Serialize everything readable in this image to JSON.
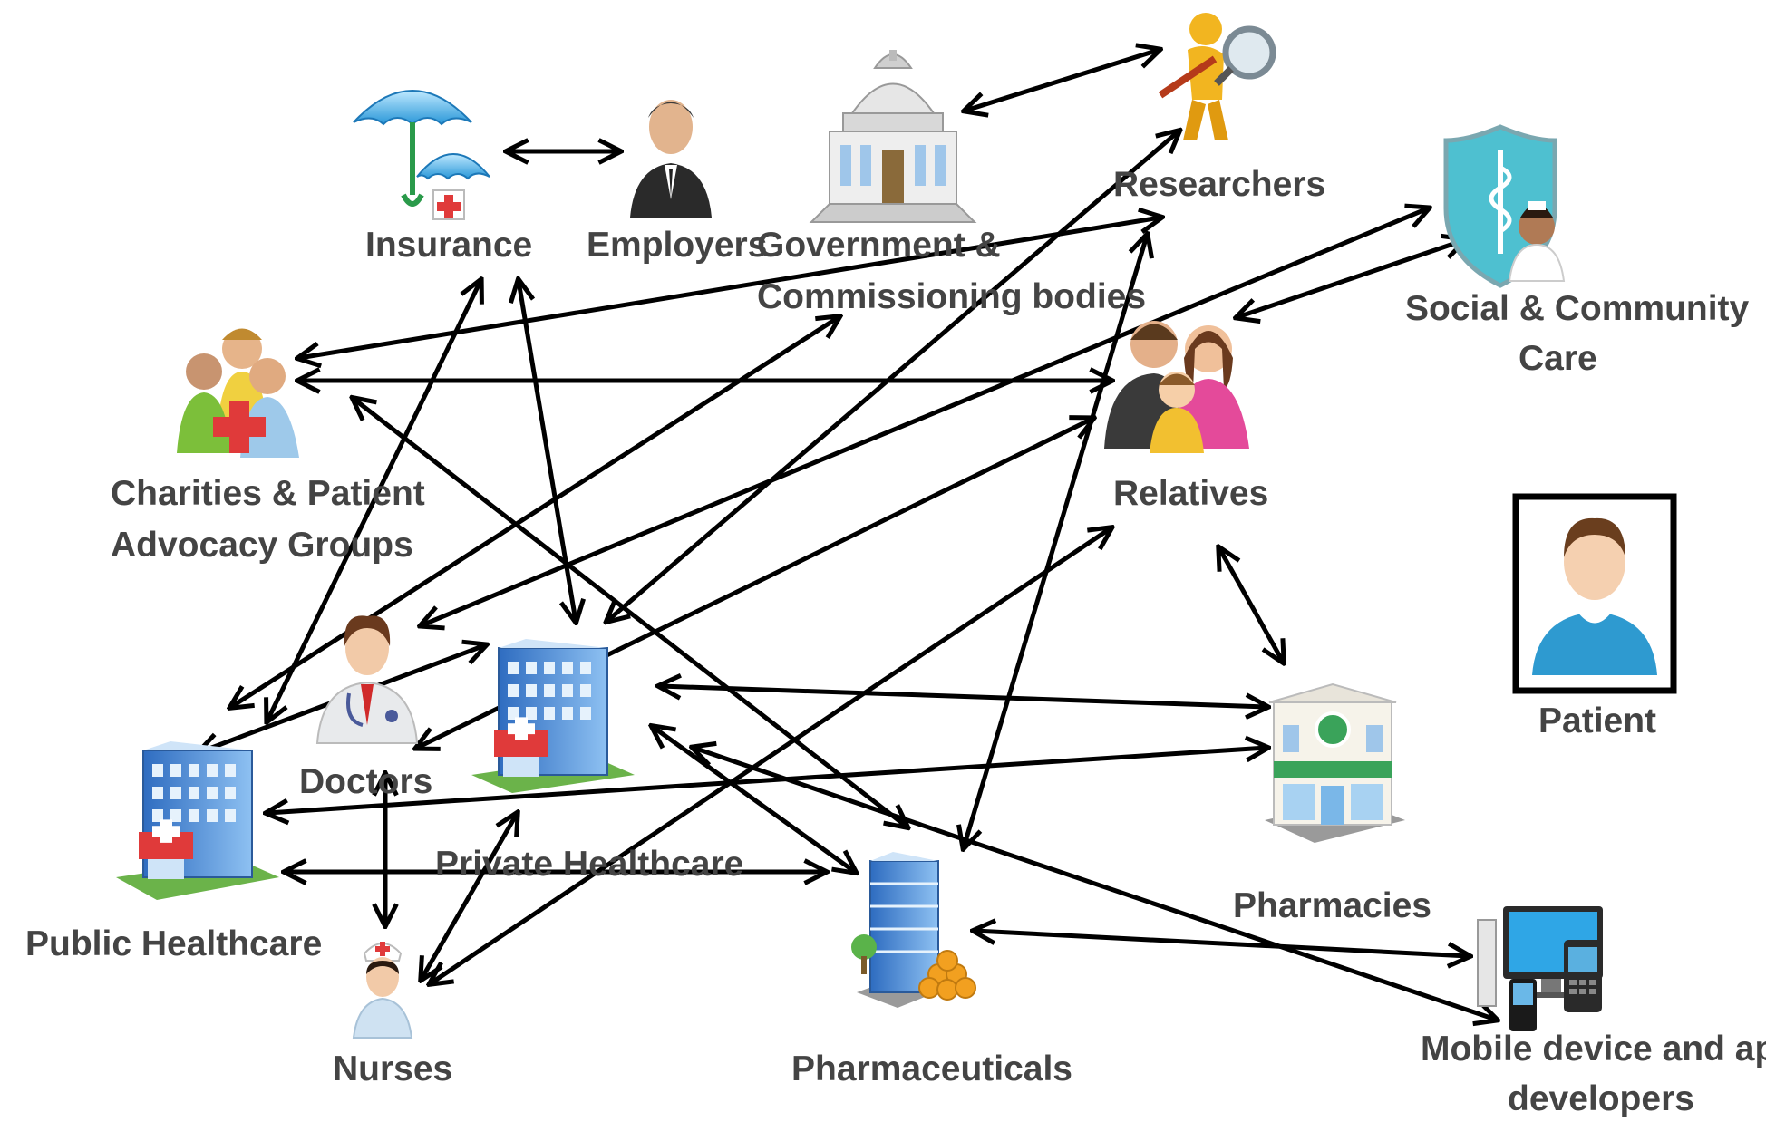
{
  "nodes": {
    "insurance": {
      "label": "Insurance",
      "icon": "umbrella-icon"
    },
    "employers": {
      "label": "Employers",
      "icon": "businessman-icon"
    },
    "government": {
      "label_line1": "Government &",
      "label_line2": "Commissioning bodies",
      "icon": "capitol-building-icon"
    },
    "researchers": {
      "label": "Researchers",
      "icon": "magnifier-figure-icon"
    },
    "social_care": {
      "label_line1": "Social & Community",
      "label_line2": "Care",
      "icon": "medical-shield-nurse-icon"
    },
    "charities": {
      "label_line1": "Charities & Patient",
      "label_line2": "Advocacy Groups",
      "icon": "group-red-cross-icon"
    },
    "relatives": {
      "label": "Relatives",
      "icon": "family-icon"
    },
    "patient": {
      "label": "Patient",
      "icon": "person-icon"
    },
    "doctors": {
      "label": "Doctors",
      "icon": "doctor-icon"
    },
    "private_healthcare": {
      "label": "Private Healthcare",
      "icon": "hospital-building-icon"
    },
    "public_healthcare": {
      "label": "Public Healthcare",
      "icon": "hospital-building-icon"
    },
    "pharmacies": {
      "label": "Pharmacies",
      "icon": "pharmacy-store-icon"
    },
    "nurses": {
      "label": "Nurses",
      "icon": "nurse-icon"
    },
    "pharmaceuticals": {
      "label": "Pharmaceuticals",
      "icon": "office-tower-icon"
    },
    "mobile": {
      "label_line1": "Mobile device and app",
      "label_line2": "developers",
      "icon": "devices-icon"
    }
  },
  "colors": {
    "label": "#444444",
    "arrow": "#000000",
    "building_blue": "#3a7fd0",
    "accent_red": "#e03a3a",
    "skin": "#f3c9a3",
    "hair": "#5a3a1e",
    "gold": "#f2b520",
    "teal": "#4ec0d0"
  }
}
